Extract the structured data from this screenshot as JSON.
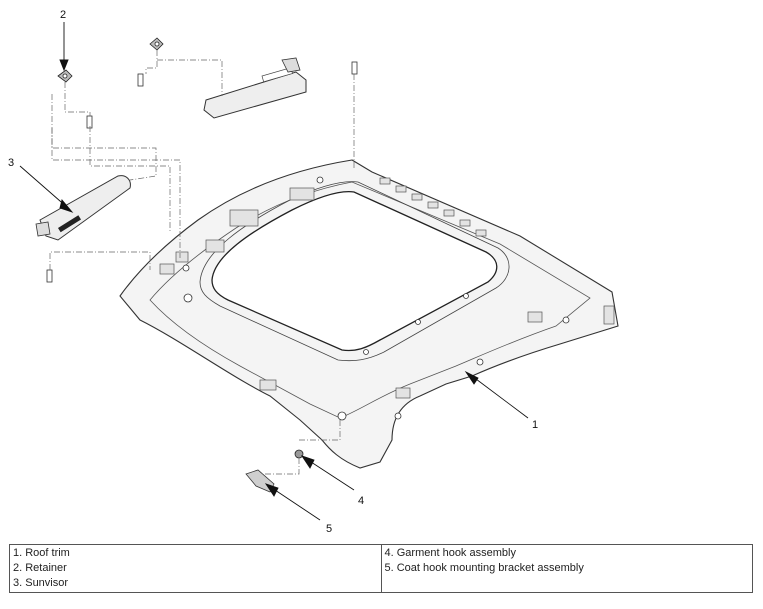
{
  "callouts": {
    "c1": "1",
    "c2": "2",
    "c3": "3",
    "c4": "4",
    "c5": "5"
  },
  "legend": {
    "left": [
      "1. Roof trim",
      "2. Retainer",
      "3. Sunvisor"
    ],
    "right": [
      "4. Garment hook assembly",
      "5. Coat hook mounting bracket assembly"
    ]
  },
  "colors": {
    "line": "#333333",
    "trim_fill": "#f4f4f4",
    "shade": "#d9d9d9"
  }
}
